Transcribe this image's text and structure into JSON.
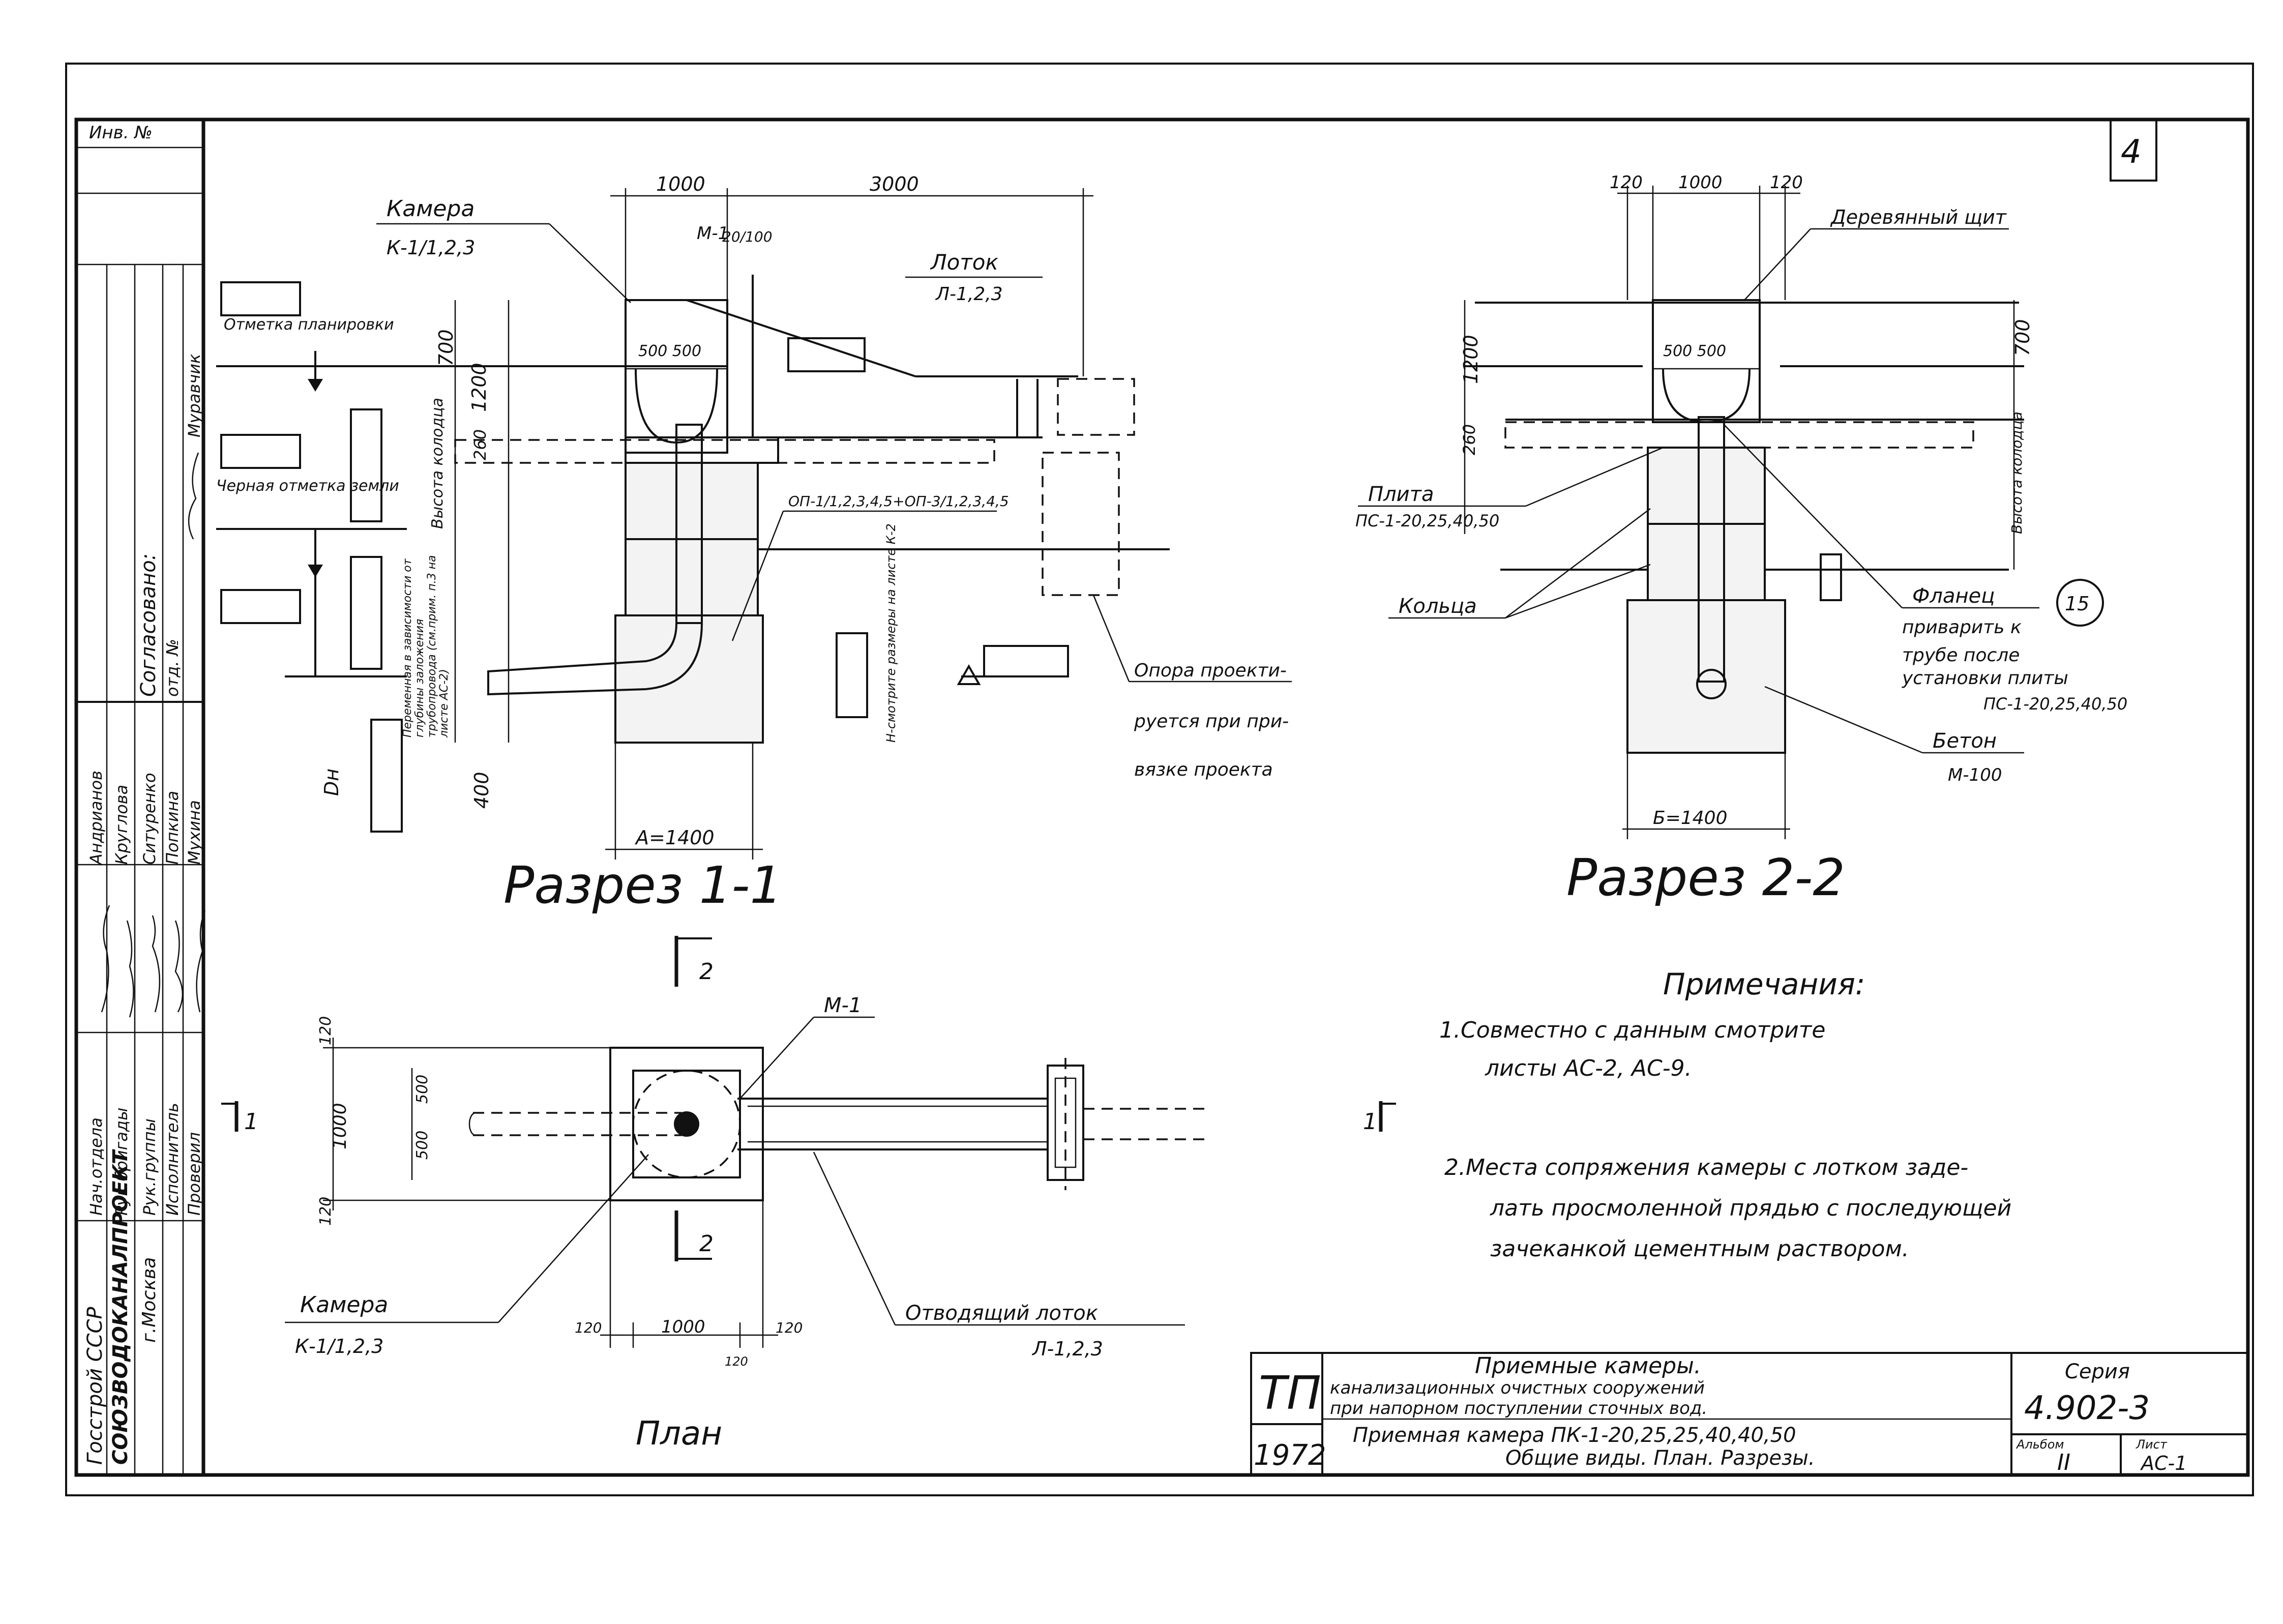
{
  "sheet_number": "4",
  "left_strip": {
    "inv_label": "Инв. №",
    "org": "Госстрой СССР",
    "institute": "СОЮЗВОДОКАНАЛПРОЕКТ",
    "city": "г.Москва",
    "roles": [
      "Нач.отдела",
      "Рук.бригады",
      "Рук.группы",
      "Исполнитель",
      "Проверил"
    ],
    "names": [
      "Андрианов",
      "Круглова",
      "Ситуренко",
      "Попкина",
      "Мухина"
    ],
    "approvals": [
      "Согласовано:",
      "отд. №",
      "Муравчик"
    ]
  },
  "section_1": {
    "title": "Разрез 1-1",
    "dim_top_1": "1000",
    "dim_top_2": "3000",
    "dim_small": "20/100",
    "dim_inner": "500 500",
    "dim_700": "700",
    "dim_1200": "1200",
    "dim_260": "260",
    "dim_400": "400",
    "dim_bottom": "А=1400",
    "dn": "Dн",
    "chamber_label": "Камера",
    "chamber_code": "К-1/1,2,3",
    "m1": "М-1",
    "tray_label": "Лоток",
    "tray_code": "Л-1,2,3",
    "mark_planning": "Отметка планировки",
    "mark_black": "Черная отметка земли",
    "depth_label": "Высота колодца",
    "variable_label": "Переменная в зависимости от глубины заложения трубопровода (см.прим. п.3 на листе АС-2)",
    "support_code": "ОП-1/1,2,3,4,5+ОП-3/1,2,3,4,5",
    "support_note": [
      "Опора проекти-",
      "руется при при-",
      "вязке проекта"
    ],
    "h_note": "Н-смотрите размеры на листе К-2"
  },
  "section_2": {
    "title": "Разрез 2-2",
    "dim_top": [
      "120",
      "1000",
      "120"
    ],
    "dim_inner": "500 500",
    "dim_700": "700",
    "dim_1200": "1200",
    "dim_260": "260",
    "dim_bottom": "Б=1400",
    "wood_shield": "Деревянный щит",
    "slab_label": "Плита",
    "slab_code": "ПС-1-20,25,40,50",
    "rings_label": "Кольца",
    "flange": "Фланец",
    "flange_note": [
      "приварить к",
      "трубе после",
      "установки плиты",
      "ПС-1-20,25,40,50"
    ],
    "flange_ref": "15",
    "concrete": "Бетон",
    "concrete_grade": "М-100",
    "depth_label": "Высота колодца"
  },
  "plan": {
    "title": "План",
    "m1": "М-1",
    "cut_1": "1",
    "cut_2": "2",
    "dim_120_top": "120",
    "dim_1000": "1000",
    "dim_500a": "500",
    "dim_500b": "500",
    "dim_120_bottom": "120",
    "dim_bottom": [
      "120",
      "1000",
      "120"
    ],
    "dim_bottom_small": "120",
    "chamber_label": "Камера",
    "chamber_code": "К-1/1,2,3",
    "outlet_label": "Отводящий лоток",
    "outlet_code": "Л-1,2,3"
  },
  "notes": {
    "title": "Примечания:",
    "items": [
      "1.Совместно с данным смотрите",
      "листы АС-2, АС-9.",
      "2.Места сопряжения камеры с лотком заде-",
      "лать просмоленной прядью с последующей",
      "зачеканкой цементным раствором."
    ]
  },
  "title_block": {
    "mark": "ТП",
    "year": "1972",
    "title_1": "Приемные камеры.",
    "title_2": "канализационных очистных сооружений",
    "title_3": "при напорном поступлении сточных вод.",
    "title_4": "Приемная камера ПК-1-20,25,25,40,40,50",
    "title_5": "Общие виды. План. Разрезы.",
    "series_label": "Серия",
    "series": "4.902-3",
    "album_label": "Альбом",
    "album": "II",
    "sheet_label": "Лист",
    "sheet": "АС-1"
  }
}
